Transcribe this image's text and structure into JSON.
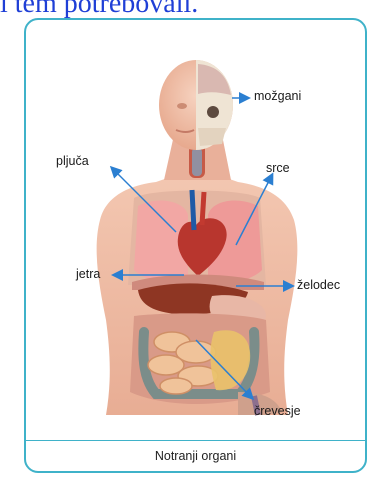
{
  "header": {
    "partial_text": "i tem potrebovali."
  },
  "diagram": {
    "labels": {
      "brain": "možgani",
      "lungs": "pljuča",
      "heart": "srce",
      "liver": "jetra",
      "stomach": "želodec",
      "intestines": "črevesje"
    },
    "caption": "Notranji organi",
    "colors": {
      "frame": "#3fb2c9",
      "arrow": "#2b7fd1"
    }
  }
}
